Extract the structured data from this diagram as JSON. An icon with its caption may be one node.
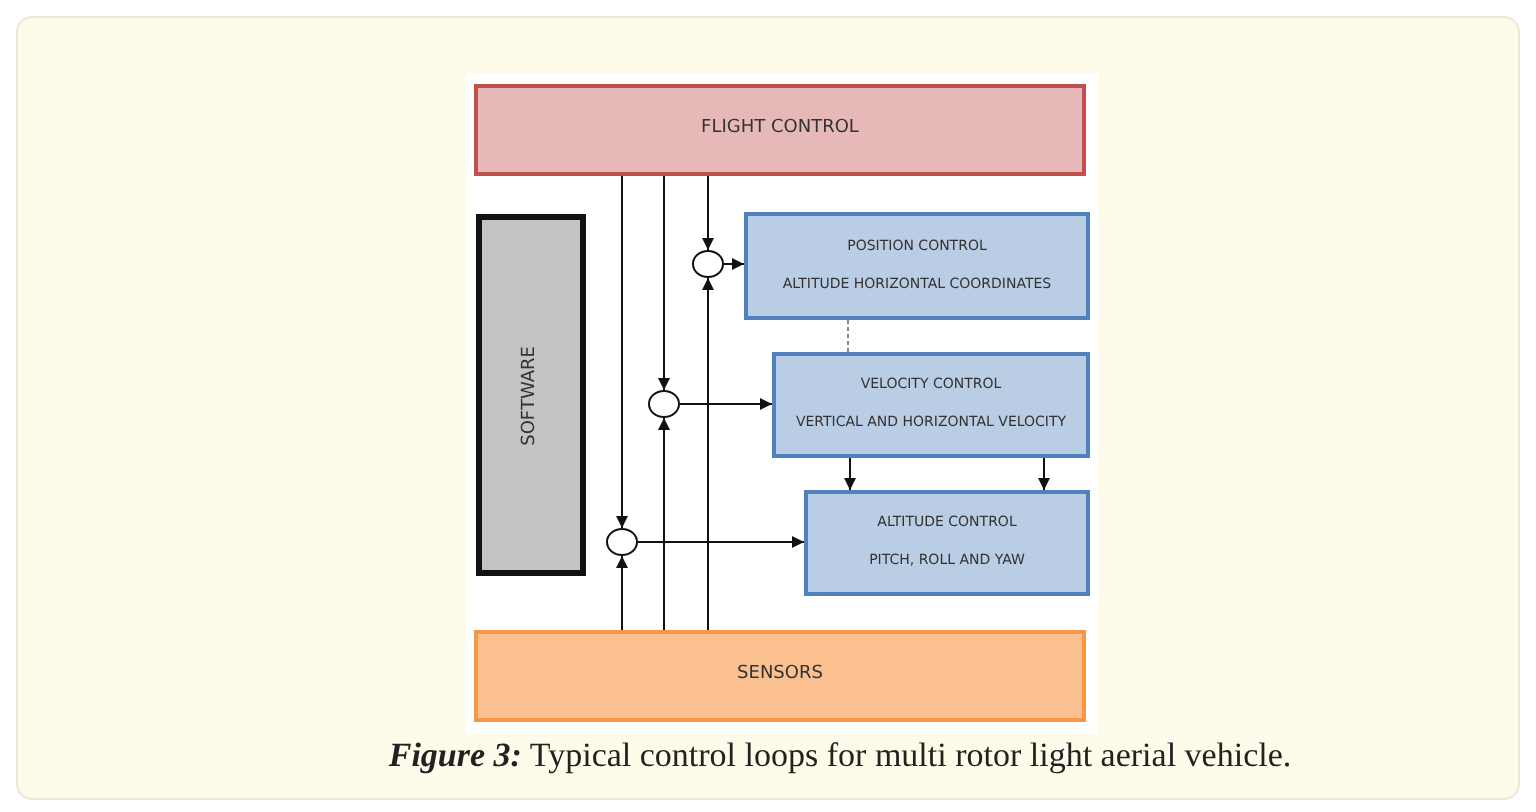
{
  "diagram": {
    "caption": "**Figure 3:** Typical control loops for multi rotor light aerial vehicle.",
    "nodes": [
      {
        "text": [
          "FLIGHT CONTROL"
        ]
      },
      {
        "text": [
          "SOFTWARE"
        ]
      },
      {
        "text": [
          "POSITION CONTROL",
          "ALTITUDE HORIZONTAL COORDINATES"
        ]
      },
      {
        "text": [
          "VELOCITY CONTROL",
          "VERTICAL AND HORIZONTAL VELOCITY"
        ]
      },
      {
        "text": [
          "ALTITUDE CONTROL",
          "PITCH, ROLL AND YAW"
        ]
      },
      {
        "text": [
          "SENSORS"
        ]
      },
      {
        "text": [],
        "shape": "circle"
      },
      {
        "text": [],
        "shape": "circle"
      },
      {
        "text": [],
        "shape": "circle"
      }
    ],
    "edges": [
      {
        "from": 0,
        "to": 6,
        "arrow": "to"
      },
      {
        "from": 0,
        "to": 7,
        "arrow": "to"
      },
      {
        "from": 0,
        "to": 8,
        "arrow": "to"
      },
      {
        "from": 5,
        "to": 6,
        "arrow": "to"
      },
      {
        "from": 5,
        "to": 7,
        "arrow": "to"
      },
      {
        "from": 5,
        "to": 8,
        "arrow": "to"
      },
      {
        "from": 6,
        "to": 2,
        "arrow": "to"
      },
      {
        "from": 7,
        "to": 3,
        "arrow": "to"
      },
      {
        "from": 8,
        "to": 4,
        "arrow": "to"
      },
      {
        "from": 2,
        "to": 3,
        "arrow": "none",
        "style": "dashed",
        "color": "#888888"
      },
      {
        "from": 3,
        "to": 4,
        "arrow": "to"
      },
      {
        "from": 3,
        "to": 4,
        "arrow": "to"
      }
    ]
  }
}
